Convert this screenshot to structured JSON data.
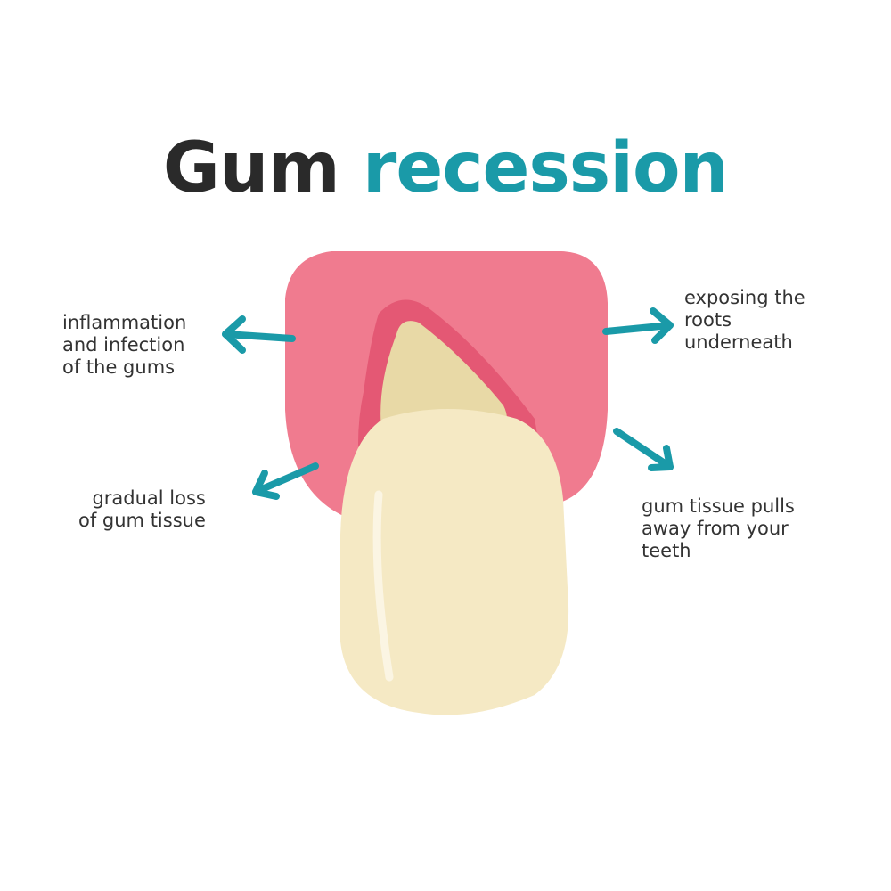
{
  "title": {
    "part1": "Gum",
    "part2": "recession"
  },
  "colors": {
    "title_dark": "#2a2a2a",
    "title_accent": "#1a9aa8",
    "gum": "#f07b8f",
    "gum_inner": "#e45874",
    "tooth": "#f5e9c4",
    "root": "#e8d9a6",
    "arrow": "#1a9aa8",
    "text": "#333333"
  },
  "labels": {
    "inflammation": [
      "inflammation",
      "and infection",
      "of the gums"
    ],
    "gradual_loss": [
      "gradual loss",
      "of gum tissue"
    ],
    "exposing_roots": [
      "exposing the",
      "roots",
      "underneath"
    ],
    "tissue_pulls": [
      "gum tissue pulls",
      "away from your",
      "teeth"
    ]
  }
}
